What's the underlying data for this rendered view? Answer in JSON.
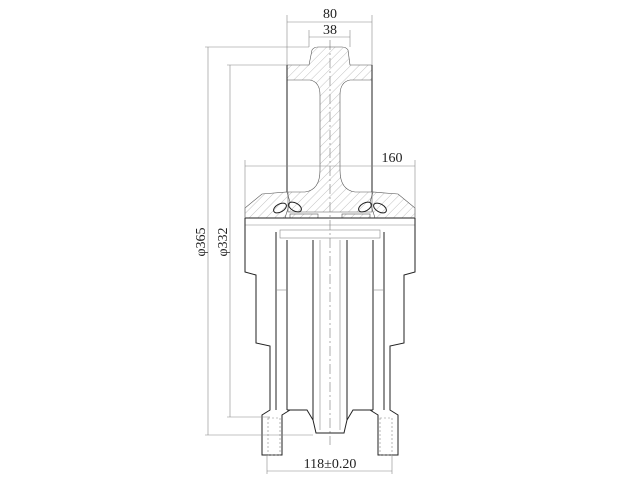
{
  "drawing": {
    "dimensions": {
      "rail_width": "80",
      "rail_head_width": "38",
      "hub_width": "160",
      "outer_diameter": "φ365",
      "tread_diameter": "φ332",
      "bolt_spacing": "118±0.20"
    }
  }
}
